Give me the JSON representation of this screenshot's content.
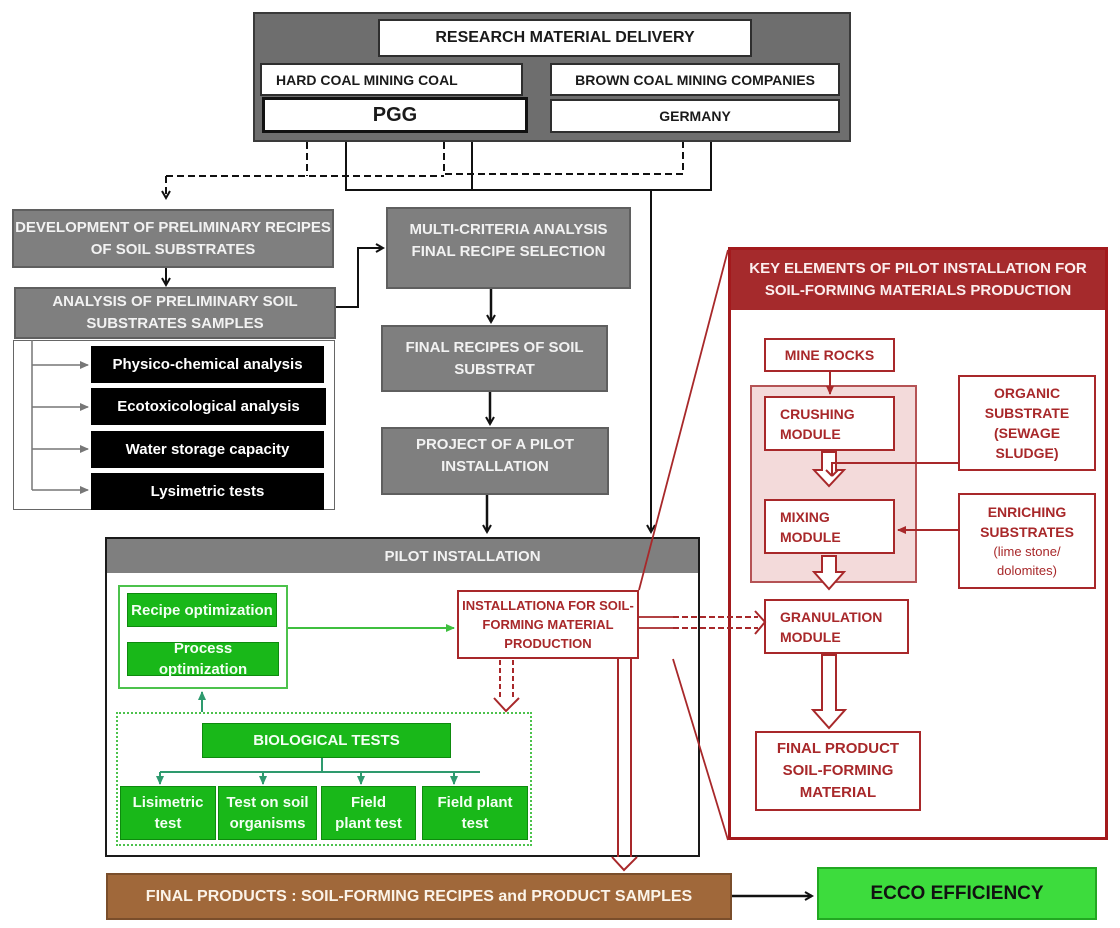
{
  "delivery": {
    "title": "RESEARCH MATERIAL DELIVERY",
    "left_label": "HARD COAL MINING COAL",
    "left_value": "PGG",
    "right_label": "BROWN COAL MINING COMPANIES",
    "right_value": "GERMANY"
  },
  "preliminary": {
    "development": "DEVELOPMENT OF PRELIMINARY RECIPES OF SOIL SUBSTRATES",
    "analysis": "ANALYSIS OF PRELIMINARY SOIL SUBSTRATES SAMPLES",
    "tests": [
      "Physico-chemical analysis",
      "Ecotoxicological analysis",
      "Water storage capacity",
      "Lysimetric tests"
    ]
  },
  "center_flow": {
    "multi_criteria": "MULTI-CRITERIA ANALYSIS FINAL RECIPE SELECTION",
    "final_recipes": "FINAL RECIPES OF SOIL SUBSTRAT",
    "project": "PROJECT OF A PILOT INSTALLATION"
  },
  "pilot": {
    "title": "PILOT INSTALLATION",
    "optimizations": [
      "Recipe optimization",
      "Process optimization"
    ],
    "installation": "INSTALLATIONA FOR SOIL-FORMING MATERIAL PRODUCTION",
    "biological_title": "BIOLOGICAL TESTS",
    "biological_tests": [
      "Lisimetric test",
      "Test on soil organisms",
      "Field plant test",
      "Field plant test"
    ]
  },
  "key_elements": {
    "title": "KEY ELEMENTS OF PILOT INSTALLATION FOR SOIL-FORMING MATERIALS PRODUCTION",
    "mine_rocks": "MINE ROCKS",
    "crushing": "CRUSHING MODULE",
    "mixing": "MIXING MODULE",
    "granulation": "GRANULATION MODULE",
    "organic": "ORGANIC SUBSTRATE (SEWAGE SLUDGE)",
    "enriching_title": "ENRICHING SUBSTRATES",
    "enriching_note": "(lime stone/ dolomites)",
    "final_product": "FINAL PRODUCT SOIL-FORMING MATERIAL"
  },
  "outputs": {
    "final_products": "FINAL PRODUCTS : SOIL-FORMING RECIPES and PRODUCT SAMPLES",
    "ecco": "ECCO EFFICIENCY"
  },
  "colors": {
    "grey": "#7f7f7f",
    "green": "#19b819",
    "red": "#a8282a",
    "brown": "#a0683a",
    "ecco_green": "#3ddc3d"
  }
}
